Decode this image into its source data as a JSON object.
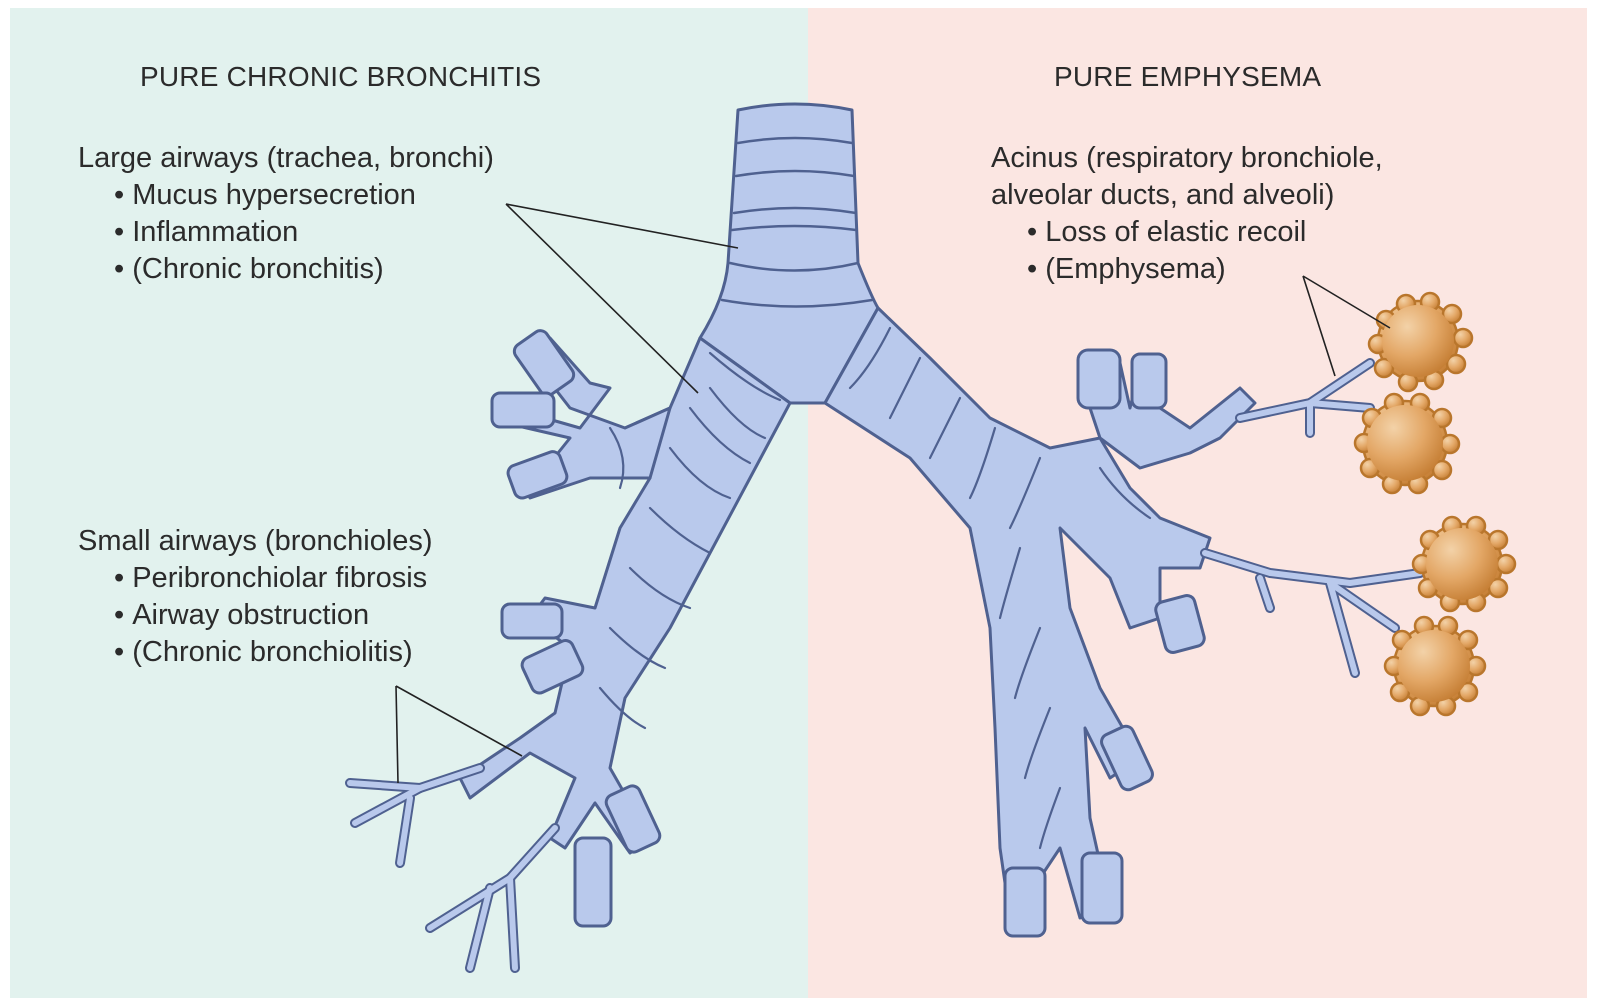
{
  "left": {
    "heading": "PURE CHRONIC BRONCHITIS",
    "large_airways": {
      "title": "Large airways (trachea, bronchi)",
      "bullets": [
        "Mucus hypersecretion",
        "Inflammation",
        "(Chronic bronchitis)"
      ]
    },
    "small_airways": {
      "title": "Small airways (bronchioles)",
      "bullets": [
        "Peribronchiolar fibrosis",
        "Airway obstruction",
        "(Chronic bronchiolitis)"
      ]
    }
  },
  "right": {
    "heading": "PURE EMPHYSEMA",
    "acinus": {
      "title_line1": "Acinus (respiratory bronchiole,",
      "title_line2": "alveolar ducts, and alveoli)",
      "bullets": [
        "Loss of elastic recoil",
        "(Emphysema)"
      ]
    }
  },
  "colors": {
    "left_background": "#e2f2ee",
    "right_background": "#fbe6e2",
    "airway_fill": "#b9c9ec",
    "airway_stroke": "#4f6190",
    "alveoli_fill": "#e3a766",
    "alveoli_stroke": "#b9762c"
  }
}
